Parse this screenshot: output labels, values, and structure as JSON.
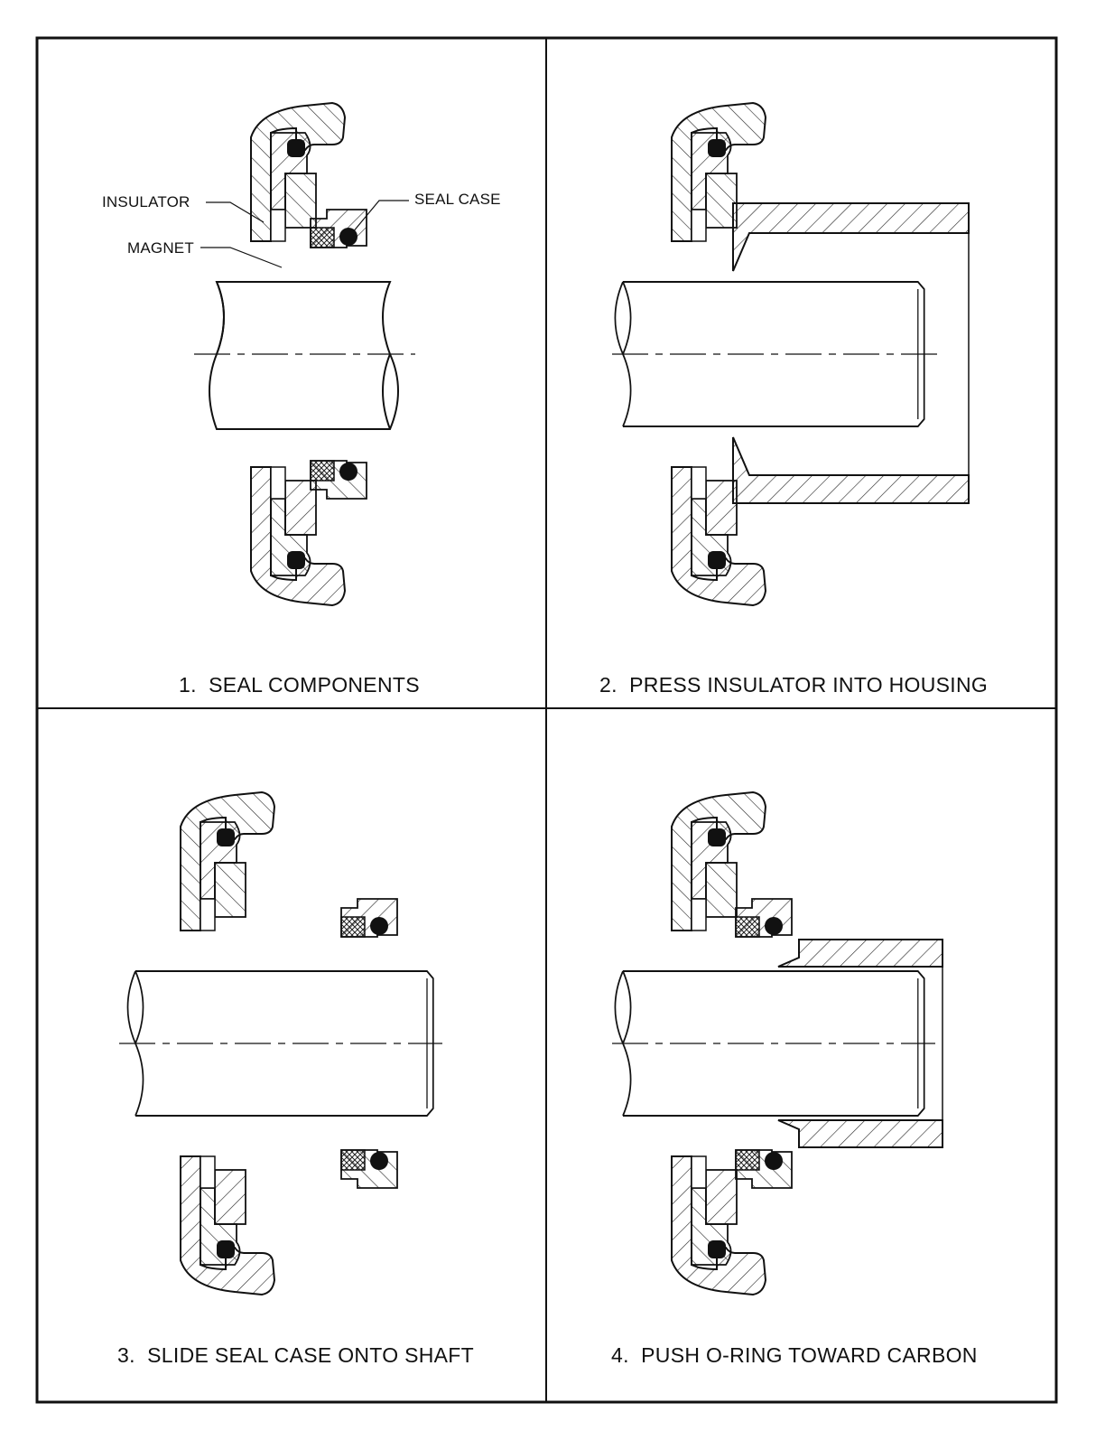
{
  "panels": [
    {
      "caption": "1.  SEAL COMPONENTS"
    },
    {
      "caption": "2.  PRESS INSULATOR INTO HOUSING"
    },
    {
      "caption": "3.  SLIDE SEAL CASE ONTO SHAFT"
    },
    {
      "caption": "4.  PUSH O-RING TOWARD CARBON"
    }
  ],
  "callouts": {
    "insulator": "INSULATOR",
    "magnet": "MAGNET",
    "seal_case": "SEAL CASE"
  }
}
